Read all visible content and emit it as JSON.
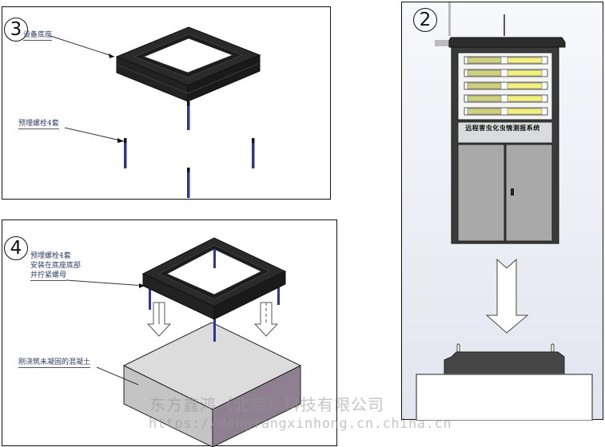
{
  "panels": {
    "step3": {
      "number": "3",
      "labels": {
        "base": "设备底座",
        "bolts": "预埋螺栓4套"
      }
    },
    "step4": {
      "number": "4",
      "labels": {
        "bolts_install_line1": "预埋螺栓4套",
        "bolts_install_line2": "安装在底座底部",
        "bolts_install_line3": "并拧紧螺母",
        "concrete": "刚浇筑未凝固的混凝土"
      }
    },
    "step2": {
      "number": "2",
      "cabinet_title": "远程害虫化虫情测报系统"
    }
  },
  "watermark": {
    "company": "东方鑫鸿（北京）科技有限公司",
    "url": "https://dongfangxinhong.cn.china.cn"
  },
  "colors": {
    "bolt": "#2e3592",
    "base_dark": "#262626",
    "concrete_top": "#dcdcdc",
    "concrete_left": "#c4c4c4",
    "concrete_right": "#8e8090",
    "lamp_left": "#cfd27a",
    "lamp_right": "#f3f278",
    "door": "#a9a9a9"
  }
}
